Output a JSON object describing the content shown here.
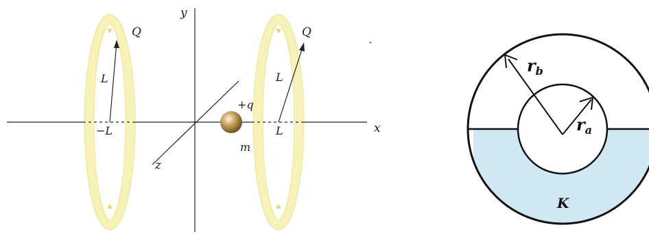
{
  "left_diagram": {
    "axis_x_label": "x",
    "axis_y_label": "y",
    "axis_z_label": "z",
    "left_ring_charge_label": "Q",
    "right_ring_charge_label": "Q",
    "left_ring_radius_label": "L",
    "right_ring_radius_label": "L",
    "left_ring_position_label": "−L",
    "right_ring_position_label": "L",
    "particle_charge_label": "+q",
    "particle_mass_label": "m",
    "colors": {
      "ring_fill": "#f7f3b8",
      "ring_edge": "#e8dc7a",
      "particle": "#b8964a",
      "axis": "#222222"
    }
  },
  "right_diagram": {
    "outer_radius_label": "r",
    "outer_radius_subscript": "b",
    "inner_radius_label": "r",
    "inner_radius_subscript": "a",
    "dielectric_label": "K",
    "colors": {
      "dielectric_fill": "#cfe8f4",
      "outline": "#111111"
    }
  }
}
